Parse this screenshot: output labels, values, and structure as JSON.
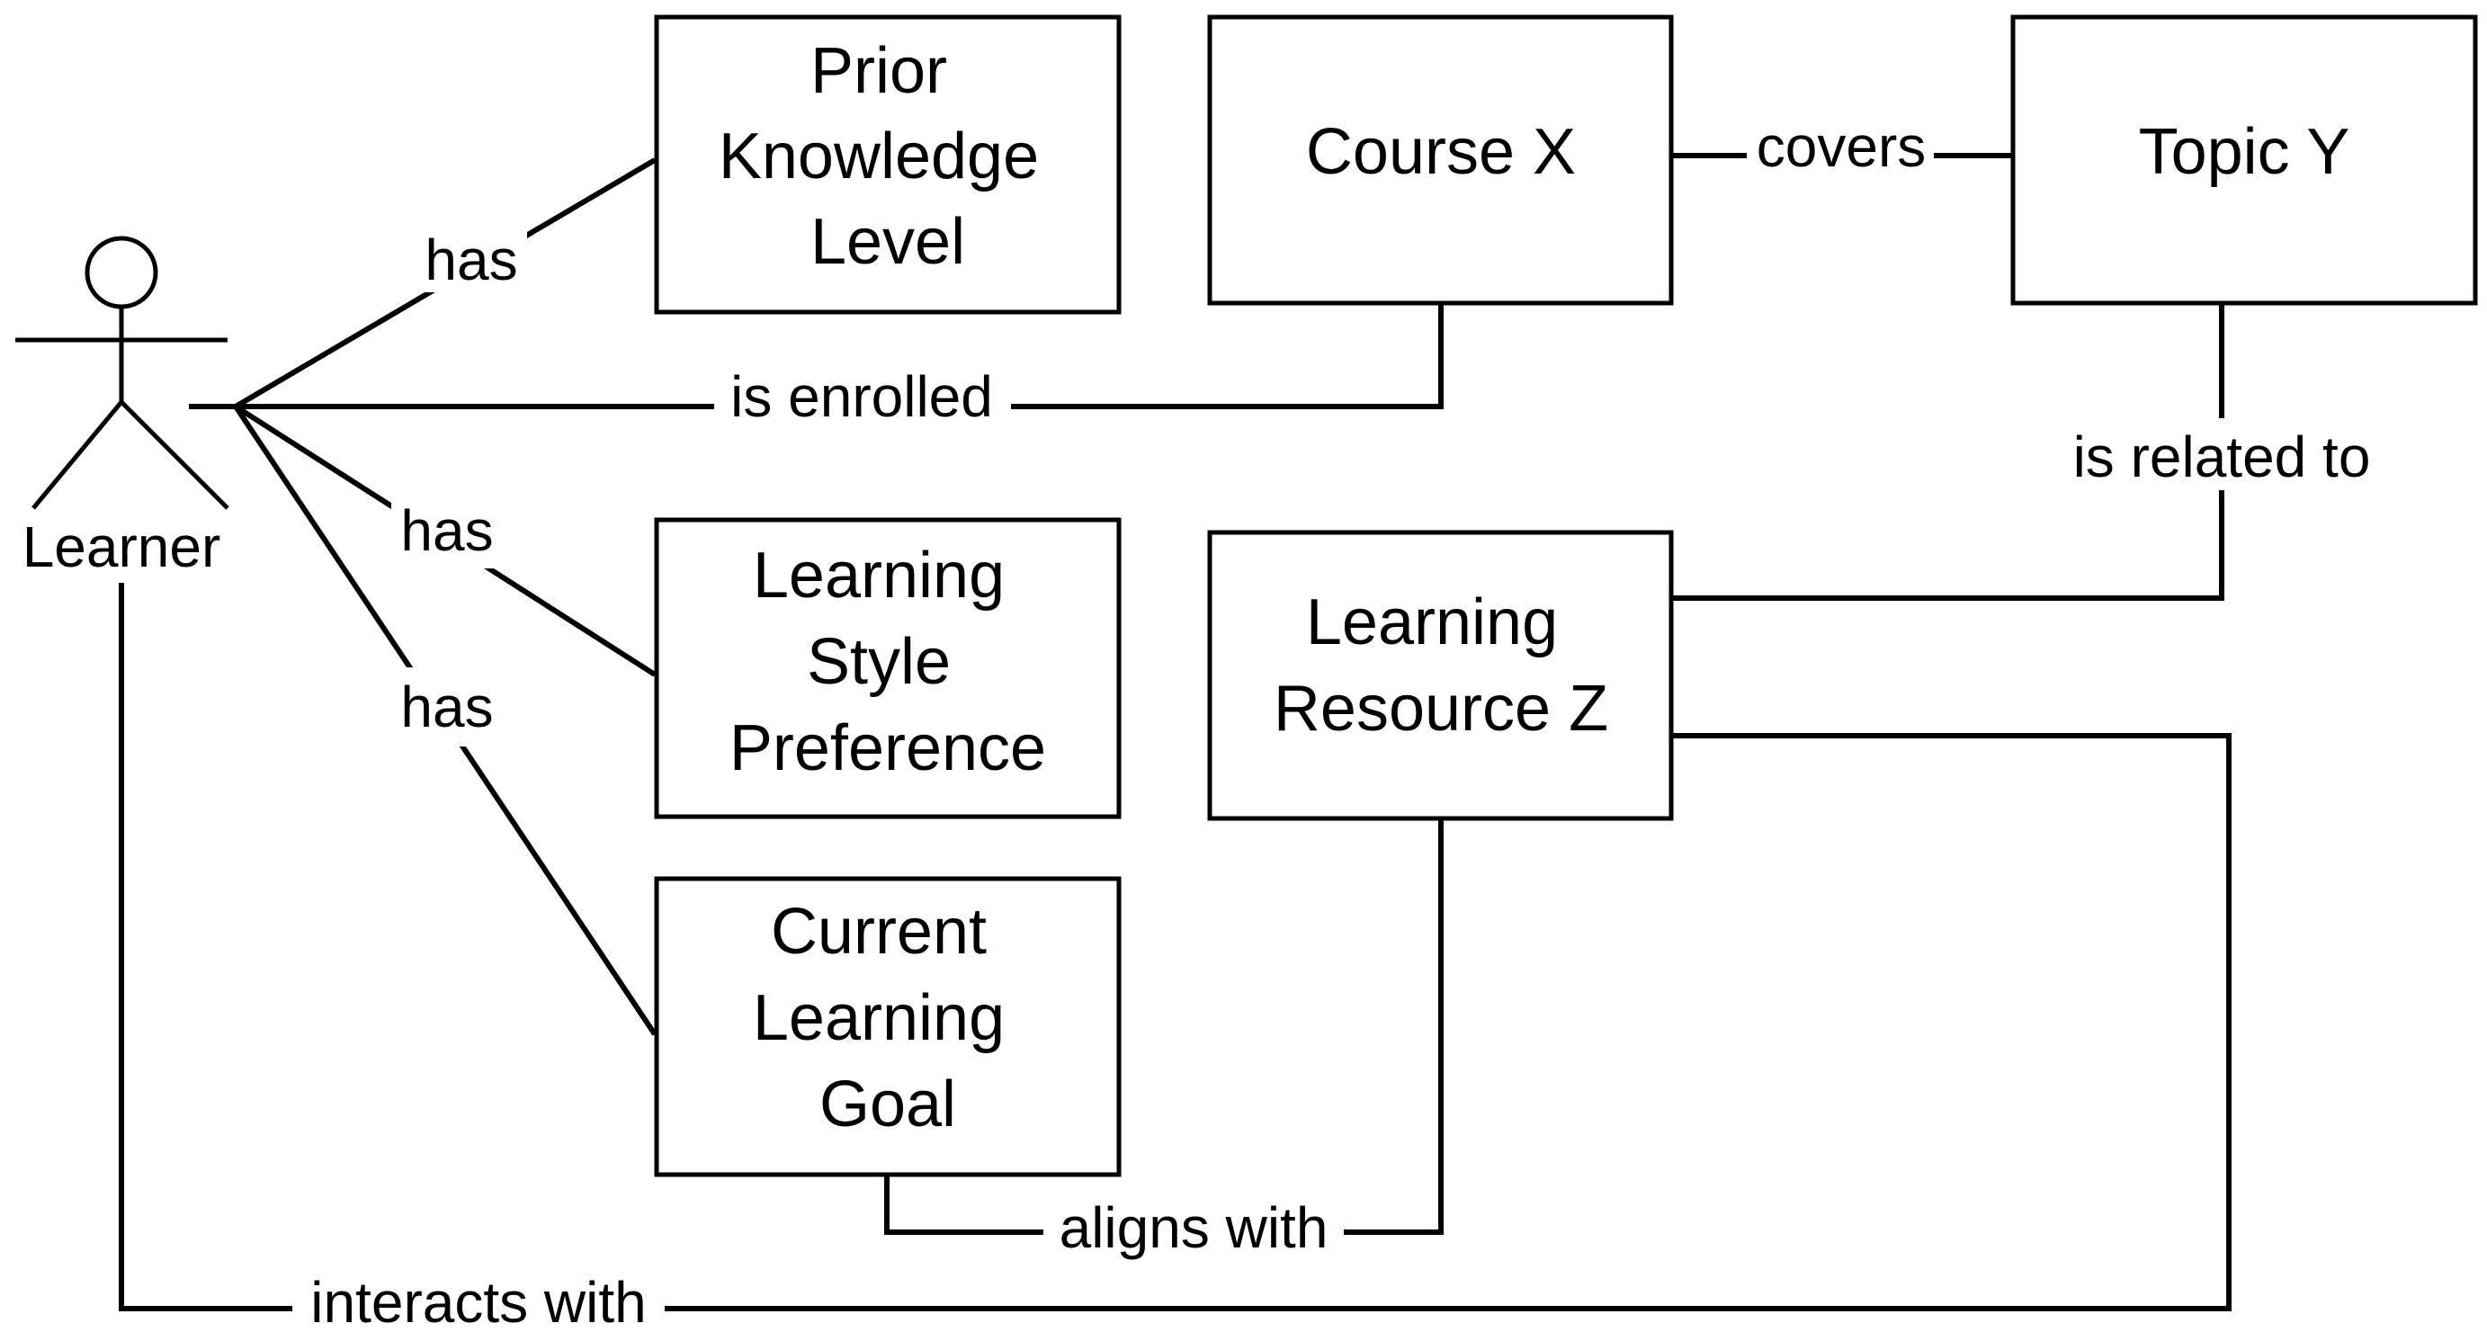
{
  "actor": {
    "label": "Learner"
  },
  "nodes": {
    "prior_knowledge": [
      "Prior",
      "Knowledge",
      "Level"
    ],
    "course": [
      "Course X"
    ],
    "topic": [
      "Topic Y"
    ],
    "learning_style": [
      "Learning",
      "Style",
      "Preference"
    ],
    "learning_resource": [
      "Learning",
      "Resource Z"
    ],
    "learning_goal": [
      "Current",
      "Learning",
      "Goal"
    ]
  },
  "edges": {
    "has_prior_knowledge": "has",
    "has_learning_style": "has",
    "has_learning_goal": "has",
    "is_enrolled": "is enrolled",
    "covers": "covers",
    "is_related_to": "is related to",
    "aligns_with": "aligns with",
    "interacts_with": "interacts with"
  }
}
